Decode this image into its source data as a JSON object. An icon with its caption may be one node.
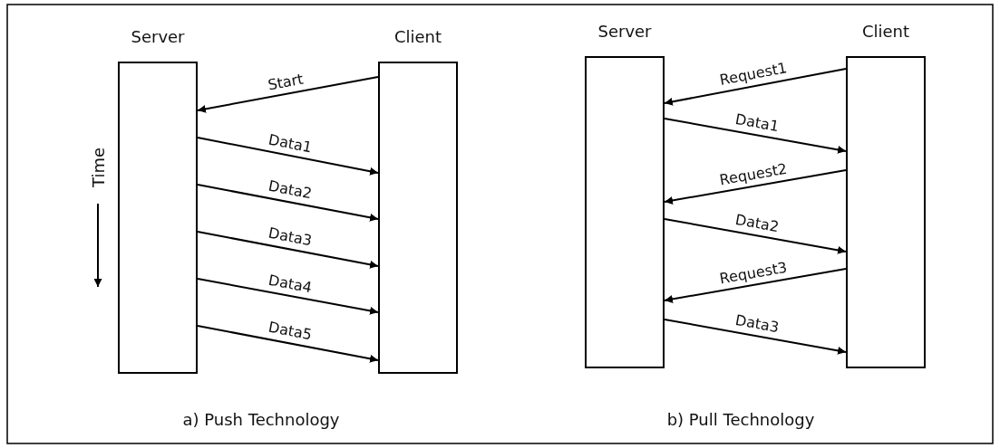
{
  "diagram": {
    "nodes": [
      {
        "text": [
          "Server"
        ]
      },
      {
        "text": [
          "Client"
        ]
      },
      {
        "text": [
          "Server"
        ]
      },
      {
        "text": [
          "Client"
        ]
      }
    ],
    "edges": [
      {
        "from": 1,
        "to": 0,
        "arrow": "to",
        "label": "Start"
      },
      {
        "from": 0,
        "to": 1,
        "arrow": "to",
        "label": "Data1"
      },
      {
        "from": 0,
        "to": 1,
        "arrow": "to",
        "label": "Data2"
      },
      {
        "from": 0,
        "to": 1,
        "arrow": "to",
        "label": "Data3"
      },
      {
        "from": 0,
        "to": 1,
        "arrow": "to",
        "label": "Data4"
      },
      {
        "from": 0,
        "to": 1,
        "arrow": "to",
        "label": "Data5"
      },
      {
        "from": 3,
        "to": 2,
        "arrow": "to",
        "label": "Request1"
      },
      {
        "from": 2,
        "to": 3,
        "arrow": "to",
        "label": "Data1"
      },
      {
        "from": 3,
        "to": 2,
        "arrow": "to",
        "label": "Request2"
      },
      {
        "from": 2,
        "to": 3,
        "arrow": "to",
        "label": "Data2"
      },
      {
        "from": 3,
        "to": 2,
        "arrow": "to",
        "label": "Request3"
      },
      {
        "from": 2,
        "to": 3,
        "arrow": "to",
        "label": "Data3"
      }
    ],
    "labels": [
      "Time",
      "a) Push Technology",
      "b) Pull Technology"
    ]
  }
}
